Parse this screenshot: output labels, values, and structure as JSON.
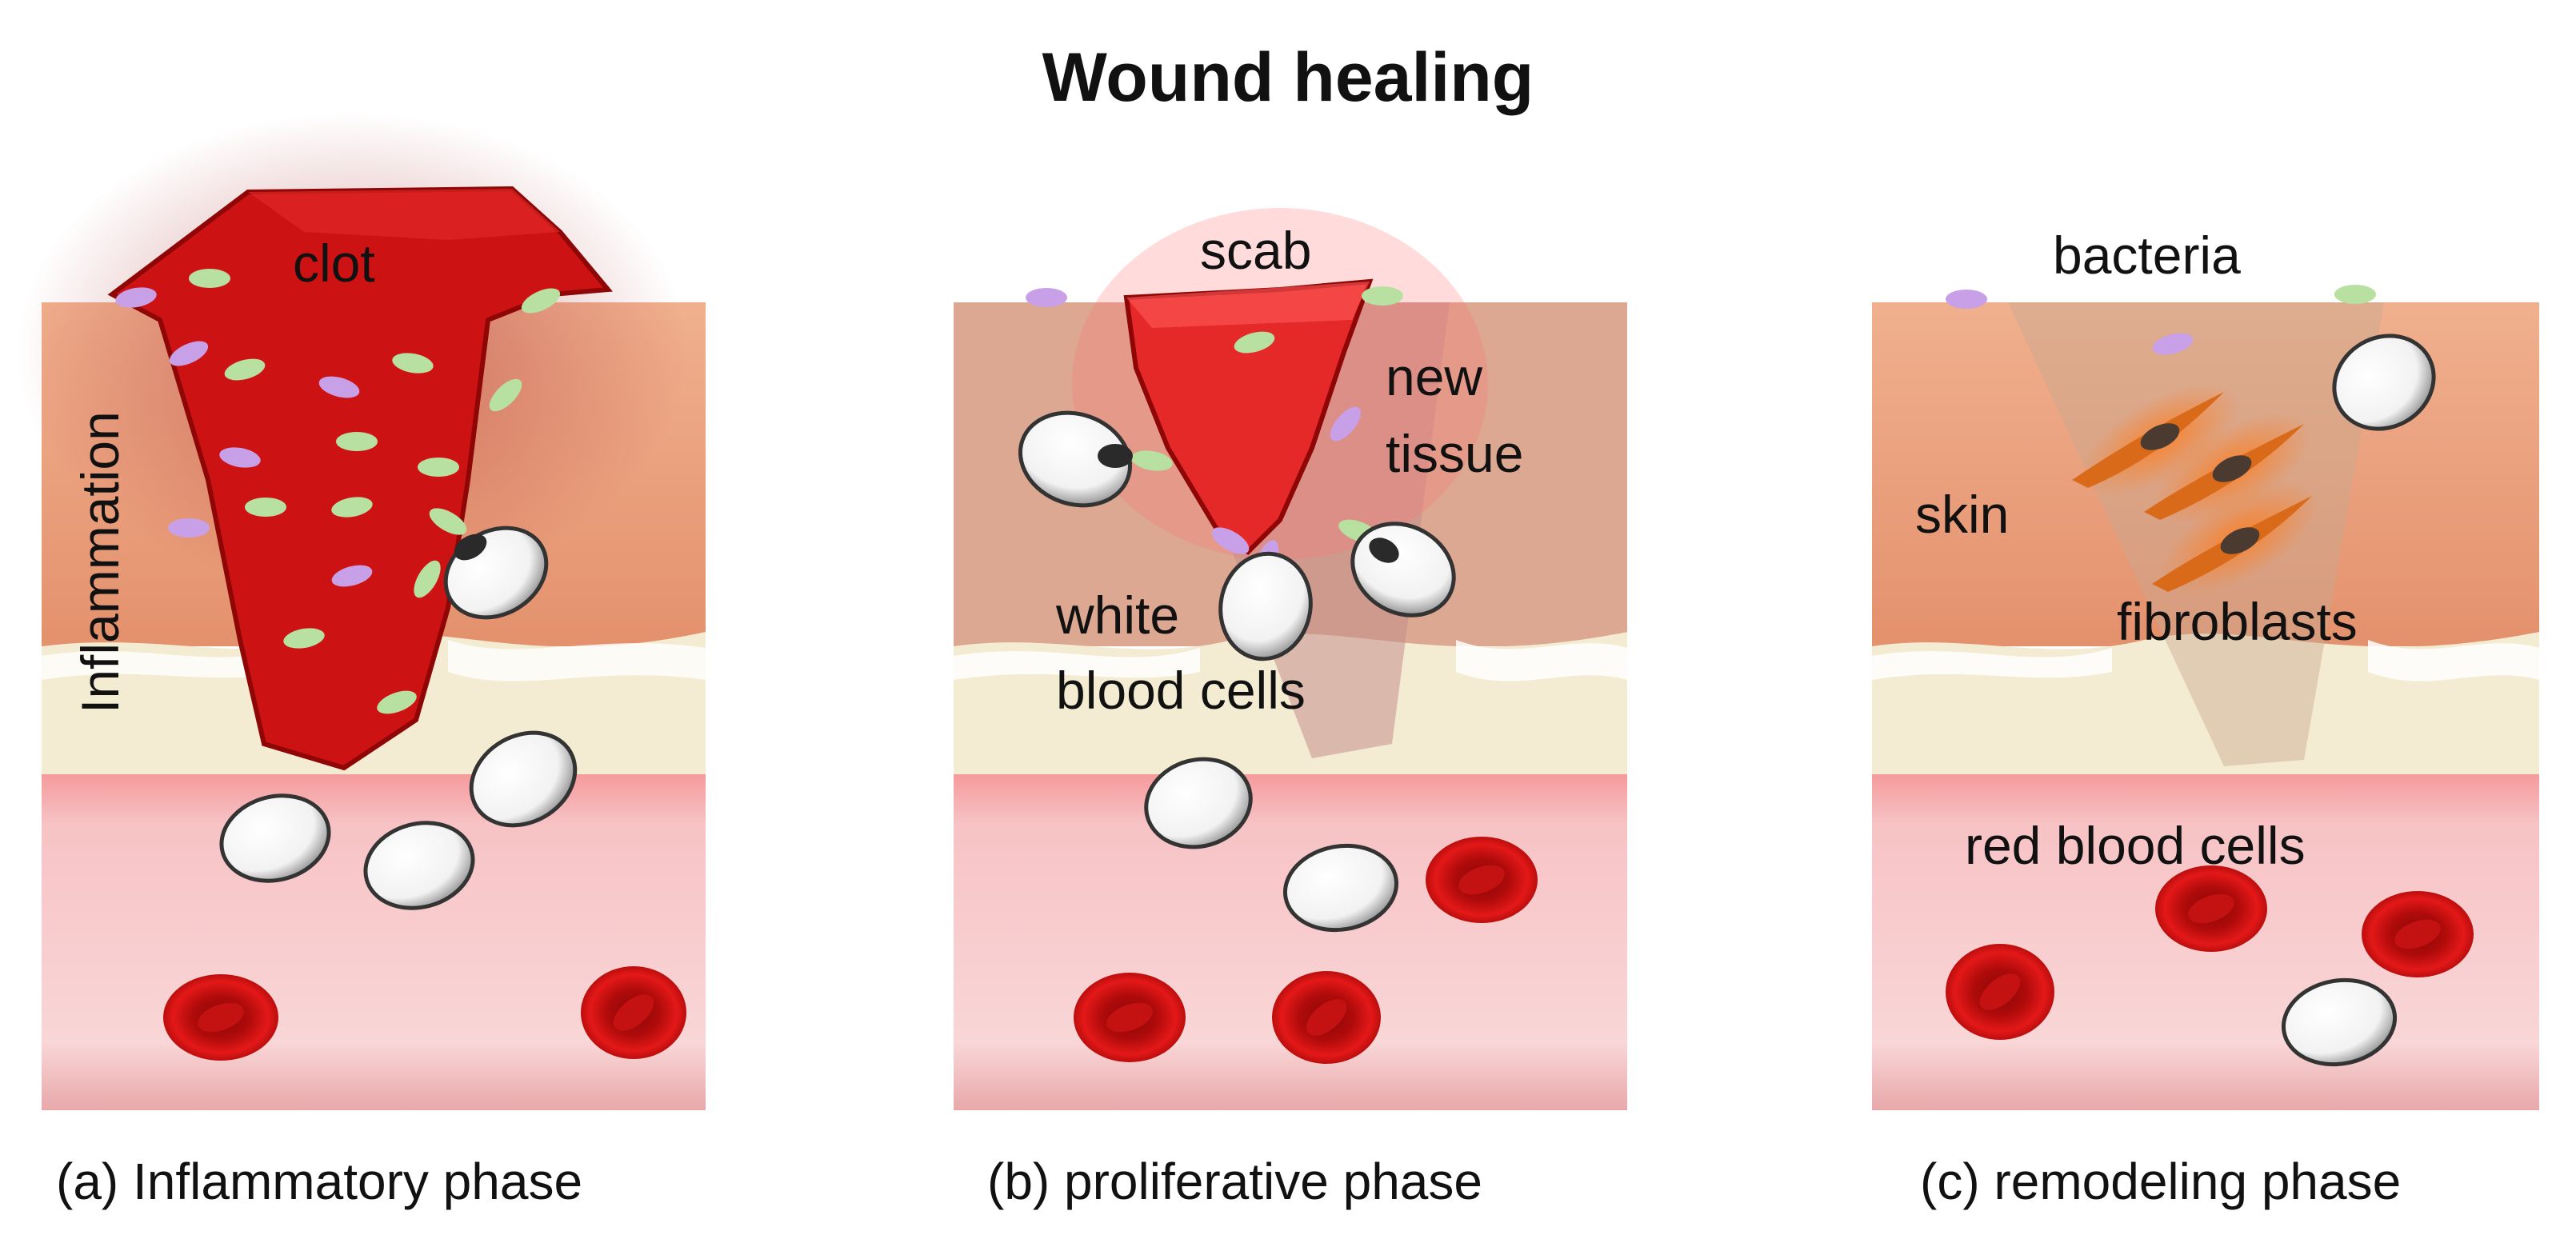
{
  "title": "Wound healing",
  "panels": [
    {
      "id": "a",
      "caption": "(a) Inflammatory phase",
      "labels": {
        "clot": "clot",
        "side": "Inflammation"
      }
    },
    {
      "id": "b",
      "caption": "(b) proliferative phase",
      "labels": {
        "scab": "scab",
        "new_tissue_1": "new",
        "new_tissue_2": "tissue",
        "wbc_1": "white",
        "wbc_2": "blood cells"
      }
    },
    {
      "id": "c",
      "caption": "(c) remodeling phase",
      "labels": {
        "bacteria": "bacteria",
        "skin": "skin",
        "fibroblasts": "fibroblasts",
        "rbc": "red blood cells"
      }
    }
  ],
  "colors": {
    "skin": "#e9a07f",
    "fat": "#f4ecd2",
    "vessel": "#f6c2c4",
    "clot": "#cc1010",
    "rbc": "#d60f0f",
    "wbc": "#ffffff",
    "bacteria_green": "#b8e0a0",
    "bacteria_purple": "#c8a0e8",
    "fibroblast": "#d96a1a"
  }
}
